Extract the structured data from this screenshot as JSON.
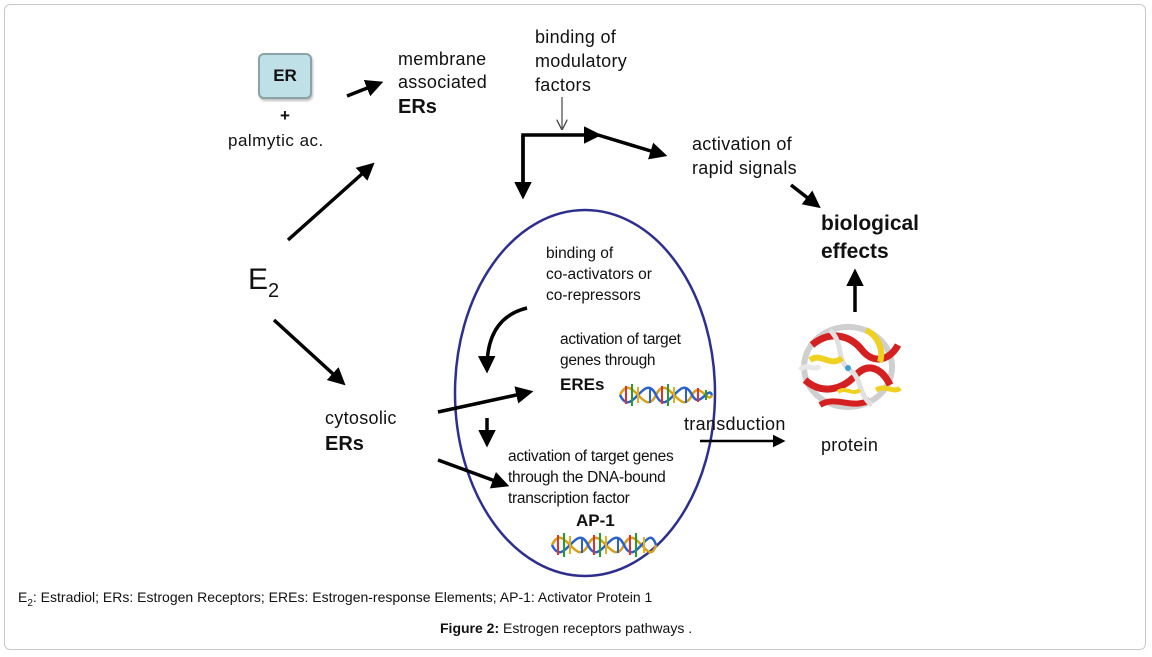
{
  "er_box": "ER",
  "plus": "+",
  "palmytic": "palmytic ac.",
  "membrane": {
    "line1": "membrane",
    "line2": "associated",
    "line3": "ERs"
  },
  "modulatory": {
    "line1": "binding  of",
    "line2": "modulatory",
    "line3": "factors"
  },
  "rapid": {
    "line1": "activation of",
    "line2": "rapid signals"
  },
  "biological": {
    "line1": "biological",
    "line2": "effects"
  },
  "e2": {
    "base": "E",
    "sub": "2"
  },
  "coactivators": {
    "line1": "binding of",
    "line2": "co-activators or",
    "line3": "co-repressors"
  },
  "target_eres": {
    "line1": "activation of target",
    "line2": "genes through",
    "line3": "EREs"
  },
  "cytosolic": {
    "line1": "cytosolic",
    "line2": "ERs"
  },
  "transduction": "transduction",
  "protein": "protein",
  "target_dna": {
    "line1": "activation of target genes",
    "line2": "through the DNA-bound",
    "line3": "transcription factor",
    "line4": "AP-1"
  },
  "caption": {
    "e_sub": "2",
    "text": ": Estradiol; ERs: Estrogen Receptors; EREs: Estrogen-response Elements; AP-1: Activator Protein 1",
    "e": "E"
  },
  "figure": {
    "label": "Figure 2:",
    "title": " Estrogen receptors pathways ."
  },
  "colors": {
    "ellipse": "#2e2f8c",
    "er_fill": "#bfe0e6",
    "helix_red": "#d42020",
    "helix_yellow": "#f0d020"
  }
}
